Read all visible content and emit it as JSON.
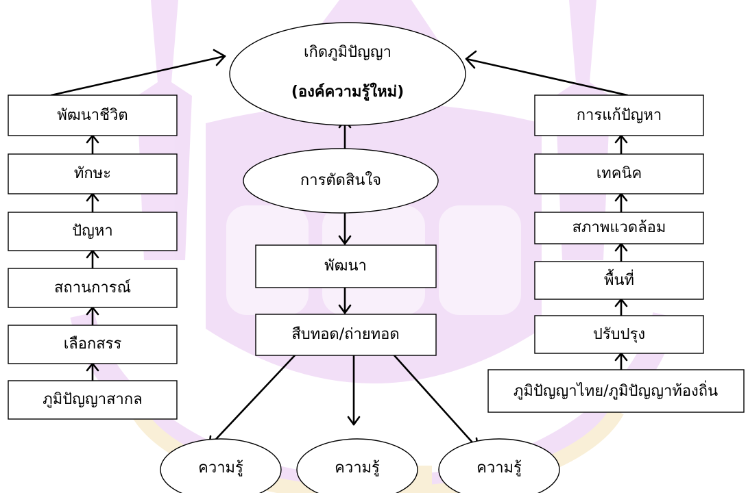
{
  "colors": {
    "watermark": "#e9c6f2",
    "watermark_gold": "#f5e3b8",
    "stroke": "#000000",
    "background": "#ffffff"
  },
  "top": {
    "title_line1": "เกิดภูมิปัญญา",
    "title_line2": "(องค์ความรู้ใหม่)"
  },
  "center": {
    "decision": "การตัดสินใจ",
    "develop": "พัฒนา",
    "transmit": "สืบทอด/ถ่ายทอด",
    "knowledge": [
      "ความรู้",
      "ความรู้",
      "ความรู้"
    ]
  },
  "left": {
    "items": [
      "พัฒนาชีวิต",
      "ทักษะ",
      "ปัญหา",
      "สถานการณ์",
      "เลือกสรร",
      "ภูมิปัญญาสากล"
    ]
  },
  "right": {
    "items": [
      "การแก้ปัญหา",
      "เทคนิค",
      "สภาพแวดล้อม",
      "พื้นที่",
      "ปรับปรุง",
      "ภูมิปัญญาไทย/ภูมิปัญญาท้องถิ่น"
    ]
  }
}
